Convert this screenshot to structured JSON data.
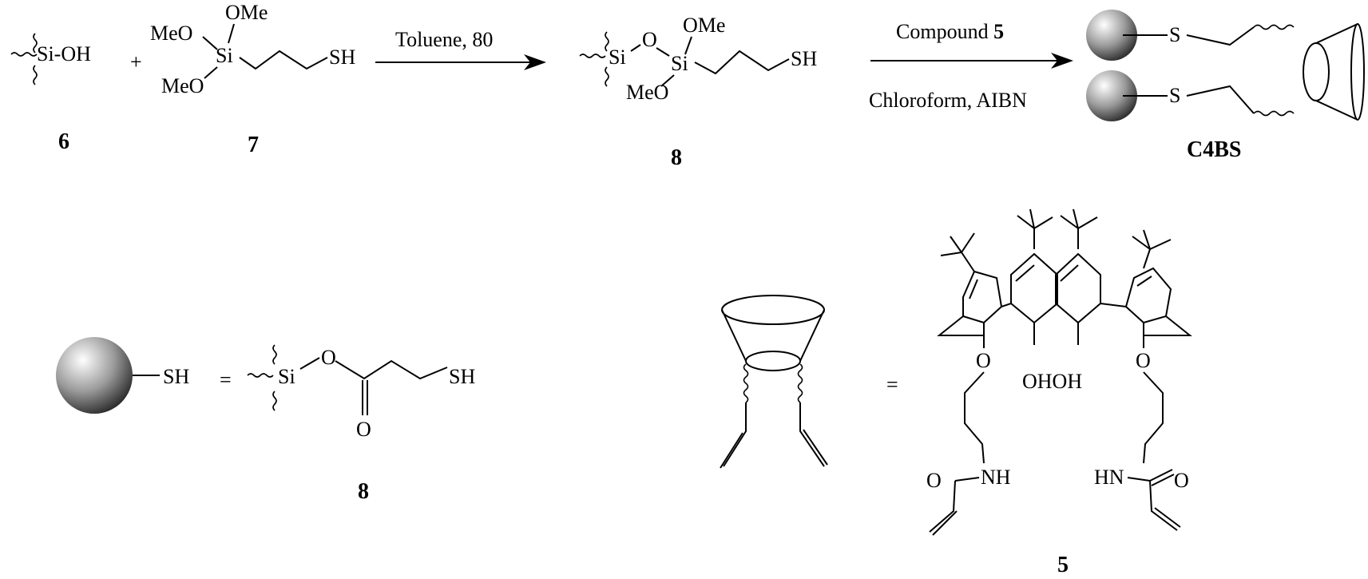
{
  "colors": {
    "ink": "#000000",
    "sphere_light": "#ffffff",
    "sphere_dark": "#2a2a2a"
  },
  "scheme": {
    "row1": {
      "reactant_silanol": {
        "group": "Si-OH",
        "label": "6"
      },
      "plus": "+",
      "reactant_silane": {
        "ome_top": "OMe",
        "meo_left": "MeO",
        "si": "Si",
        "meo_bottom": "MeO",
        "sh": "SH",
        "label": "7"
      },
      "arrow1": {
        "condition": "Toluene, 80"
      },
      "intermediate": {
        "si": "Si",
        "o": "O",
        "ome": "OMe",
        "si2": "Si",
        "meo": "MeO",
        "sh": "SH",
        "label": "8"
      },
      "arrow2": {
        "above_text": "Compound ",
        "above_bold": "5",
        "below_text": "Chloroform, AIBN"
      },
      "product": {
        "s_top": "S",
        "s_bottom": "S",
        "label": "C4BS"
      }
    },
    "row2": {
      "bead_definition": {
        "sh": "SH",
        "equals": "=",
        "si": "Si",
        "o_ester": "O",
        "o_carbonyl": "O",
        "sh_end": "SH",
        "label": "8"
      },
      "compound5": {
        "equals": "=",
        "o_left": "O",
        "oh_pair": "OHOH",
        "o_right": "O",
        "nh_left": "NH",
        "o_amide_left": "O",
        "hn_right": "HN",
        "o_amide_right": "O",
        "label": "5"
      }
    }
  }
}
